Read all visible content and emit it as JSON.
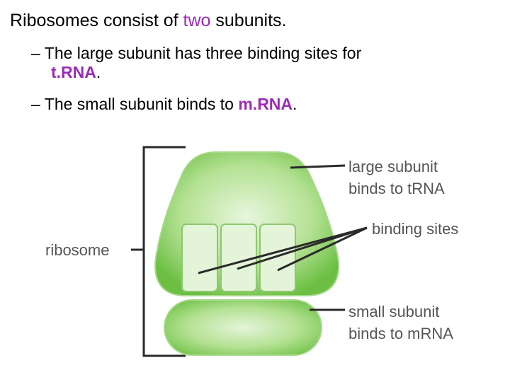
{
  "slide": {
    "title": {
      "before": "Ribosomes consist of ",
      "highlight": "two",
      "after": " subunits."
    },
    "bullet1": {
      "dash": "–",
      "text": " The large subunit has three binding sites for",
      "highlight": "t.RNA",
      "after": "."
    },
    "bullet2": {
      "dash": "–",
      "text": " The small subunit binds to ",
      "highlight": "m.RNA",
      "after": "."
    }
  },
  "diagram": {
    "ribosome_label": "ribosome",
    "large_subunit_label": [
      "large subunit",
      "binds to tRNA"
    ],
    "binding_sites_label": "binding sites",
    "small_subunit_label": [
      "small subunit",
      "binds to mRNA"
    ],
    "colors": {
      "accent_purple": "#9b2bb5",
      "subunit_green": "#7dca55",
      "subunit_light": "#e4f4d9",
      "subunit_border": "#a8d98b",
      "line_color": "#2a2a2a"
    }
  }
}
